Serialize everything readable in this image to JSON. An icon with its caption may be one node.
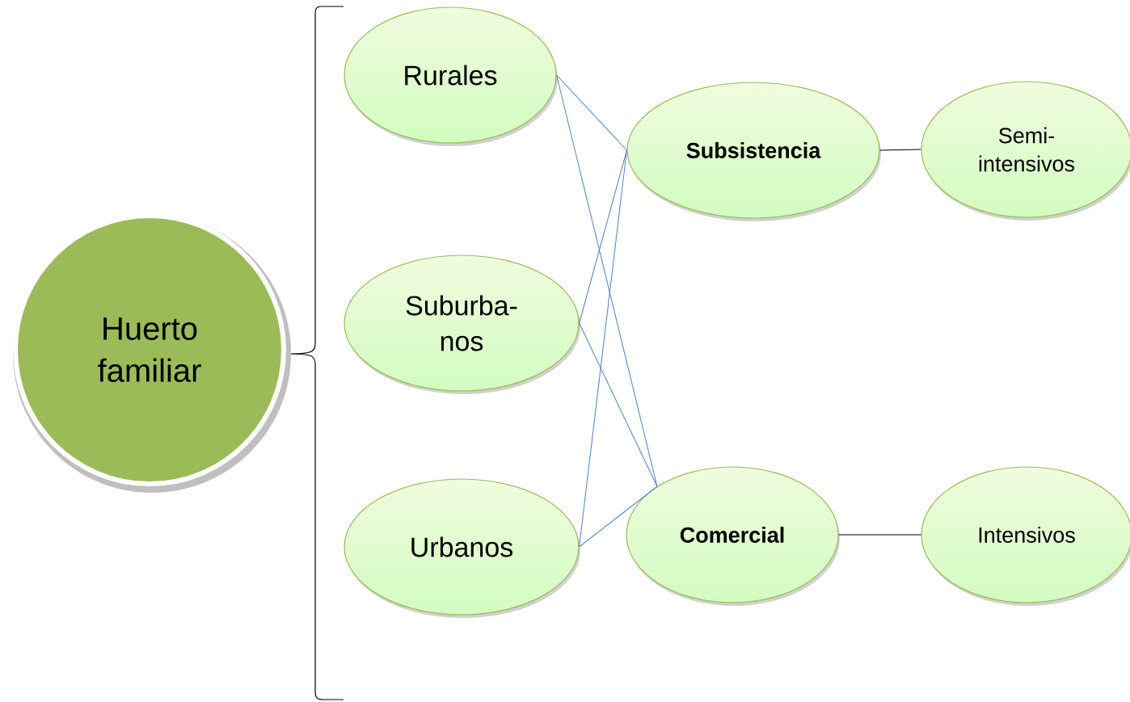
{
  "diagram": {
    "nodes": [
      {
        "text": [
          "Huerto familiar"
        ]
      },
      {
        "text": [
          "Rurales"
        ]
      },
      {
        "text": [
          "Suburba- nos"
        ]
      },
      {
        "text": [
          "Urbanos"
        ]
      },
      {
        "text": [
          "Subsistencia"
        ]
      },
      {
        "text": [
          "Comercial"
        ]
      },
      {
        "text": [
          "Semi- intensivos"
        ]
      },
      {
        "text": [
          "Intensivos"
        ]
      }
    ],
    "edges": [
      {
        "from": 1,
        "to": 4,
        "arrow": "none"
      },
      {
        "from": 1,
        "to": 5,
        "arrow": "none"
      },
      {
        "from": 2,
        "to": 4,
        "arrow": "none"
      },
      {
        "from": 2,
        "to": 5,
        "arrow": "none"
      },
      {
        "from": 3,
        "to": 4,
        "arrow": "none"
      },
      {
        "from": 3,
        "to": 5,
        "arrow": "none"
      },
      {
        "from": 4,
        "to": 6,
        "arrow": "none",
        "color": "#000000"
      },
      {
        "from": 5,
        "to": 7,
        "arrow": "none",
        "color": "#000000"
      }
    ]
  }
}
